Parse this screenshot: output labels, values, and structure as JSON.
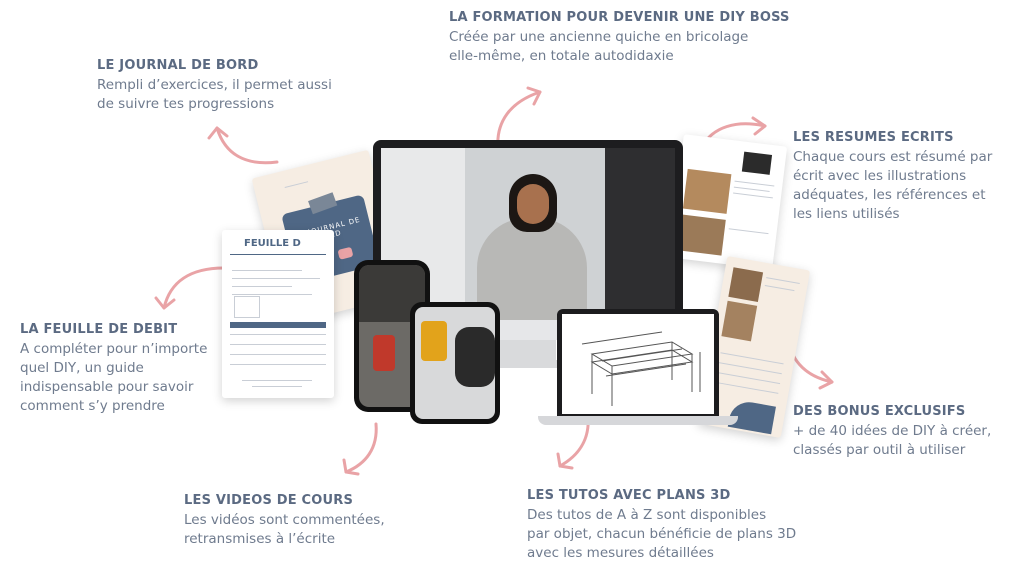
{
  "callouts": {
    "formation": {
      "title": "LA FORMATION POUR DEVENIR UNE DIY BOSS",
      "line1": "Créée par une ancienne quiche en bricolage",
      "line2": "elle-même, en totale autodidaxie"
    },
    "journal": {
      "title": "LE JOURNAL DE BORD",
      "line1": "Rempli d’exercices, il permet aussi",
      "line2": "de suivre tes progressions"
    },
    "resumes": {
      "title": "LES RESUMES ECRITS",
      "line1": "Chaque cours est résumé par",
      "line2": "écrit avec les illustrations",
      "line3": "adéquates, les références et",
      "line4": "les liens utilisés"
    },
    "feuille": {
      "title": "LA FEUILLE DE DEBIT",
      "line1": "A compléter pour n’importe",
      "line2": "quel DIY, un guide",
      "line3": "indispensable pour savoir",
      "line4": "comment s’y prendre"
    },
    "bonus": {
      "title": "DES BONUS EXCLUSIFS",
      "line1": "+ de 40 idées de DIY à créer,",
      "line2": "classés par outil à utiliser"
    },
    "videos": {
      "title": "LES VIDEOS DE COURS",
      "line1": "Les vidéos sont commentées,",
      "line2": "retransmises à l’écrite"
    },
    "tutos": {
      "title": "LES TUTOS AVEC PLANS 3D",
      "line1": "Des tutos de A à Z sont disponibles",
      "line2": "par objet, chacun bénéficie de plans 3D",
      "line3": "avec les mesures détaillées"
    }
  },
  "mockups": {
    "journal_cover_title": "LE JOURNAL DE BORD",
    "feuille_heading": "FEUILLE D"
  },
  "colors": {
    "heading": "#5b6a82",
    "body": "#6f7b8e",
    "arrow": "#e9a3a6",
    "navy": "#4f6785"
  }
}
